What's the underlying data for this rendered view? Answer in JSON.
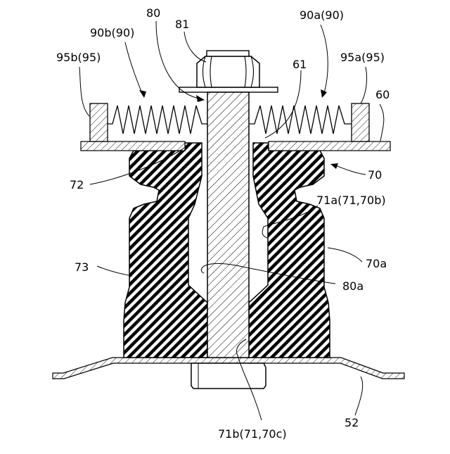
{
  "labels": {
    "l80": "80",
    "l81": "81",
    "l90a": "90a(90)",
    "l90b": "90b(90)",
    "l95b": "95b(95)",
    "l95a": "95a(95)",
    "l61": "61",
    "l60": "60",
    "l70": "70",
    "l72": "72",
    "l71a": "71a(71,70b)",
    "l70a": "70a",
    "l73": "73",
    "l80a": "80a",
    "l71b": "71b(71,70c)",
    "l52": "52"
  }
}
